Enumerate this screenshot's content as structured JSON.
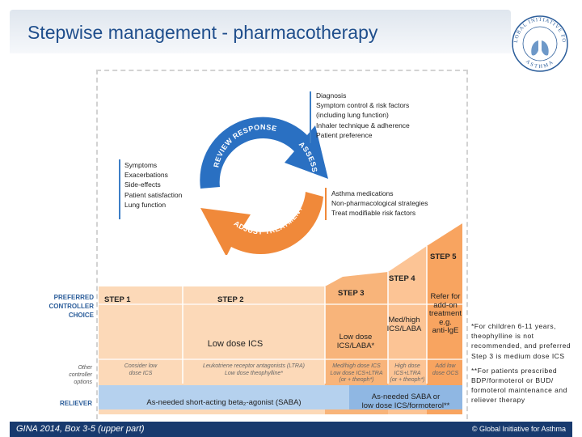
{
  "header": {
    "title": "Stepwise management - pharmacotherapy",
    "logo_text": "GLOBAL INITIATIVE FOR ASTHMA"
  },
  "cycle": {
    "review_label": "REVIEW RESPONSE",
    "assess_label": "ASSESS",
    "adjust_label": "ADJUST TREATMENT",
    "assess_items": [
      "Diagnosis",
      "Symptom control & risk factors",
      "(including lung function)",
      "Inhaler technique & adherence",
      "Patient preference"
    ],
    "adjust_items": [
      "Asthma medications",
      "Non-pharmacological strategies",
      "Treat modifiable risk factors"
    ],
    "review_items": [
      "Symptoms",
      "Exacerbations",
      "Side-effects",
      "Patient satisfaction",
      "Lung function"
    ]
  },
  "row_labels": {
    "preferred": [
      "PREFERRED",
      "CONTROLLER",
      "CHOICE"
    ],
    "offer": [
      "Other",
      "controller",
      "options"
    ],
    "reliever": "RELIEVER"
  },
  "steps": {
    "step1": {
      "title": "STEP 1",
      "other": [
        "Consider low",
        "dose ICS"
      ]
    },
    "step2": {
      "title": "STEP 2",
      "preferred": "Low dose ICS",
      "other": [
        "Leukotriene receptor antagonists (LTRA)",
        "Low dose theophylline*"
      ]
    },
    "step3": {
      "title": "STEP 3",
      "preferred": [
        "Low dose",
        "ICS/LABA*"
      ],
      "other": [
        "Med/high dose ICS",
        "Low dose ICS+LTRA",
        "(or + theoph*)"
      ]
    },
    "step4": {
      "title": "STEP 4",
      "preferred": [
        "Med/high",
        "ICS/LABA"
      ],
      "other": [
        "High dose",
        "ICS+LTRA",
        "(or + theoph*)"
      ]
    },
    "step5": {
      "title": "STEP 5",
      "preferred": [
        "Refer for",
        "add-on",
        "treatment",
        "e.g.",
        "anti-IgE"
      ],
      "other": [
        "Add low",
        "dose OCS"
      ]
    }
  },
  "reliever": {
    "left": "As-needed short-acting beta₂-agonist (SABA)",
    "right": [
      "As-needed SABA or",
      "low dose ICS/formoterol**"
    ]
  },
  "notes": {
    "note1": "*For children 6-11 years, theophylline is not recommended, and preferred Step 3 is medium dose ICS",
    "note2": "**For patients prescribed BDP/formoterol or BUD/ formoterol maintenance and reliever therapy"
  },
  "footer": {
    "source": "GINA 2014, Box 3-5 (upper part)",
    "copyright": "© Global Initiative for Asthma"
  },
  "colors": {
    "title_blue": "#1f4e8c",
    "cycle_blue": "#2a70c2",
    "cycle_orange": "#f0893a",
    "step_light": "#fcd9b8",
    "step_dark": "#f8b47a",
    "reliever_blue": "#b5d1ee",
    "footer_navy": "#183a6e"
  }
}
